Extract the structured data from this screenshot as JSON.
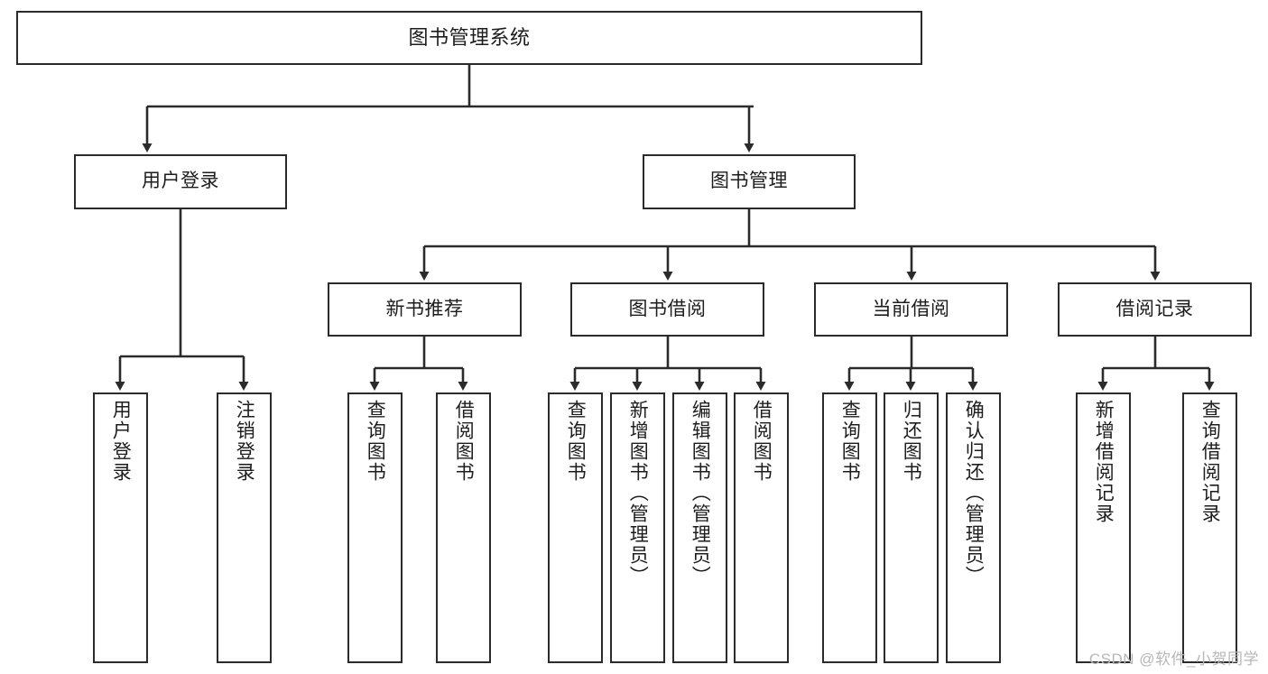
{
  "diagram": {
    "title": "图书管理系统",
    "type": "tree-hierarchy-chart",
    "line_color": "#2b2b2b",
    "box_fill": "#ffffff",
    "text_color": "#1d1d1d"
  },
  "nodes": {
    "root": {
      "label": "图书管理系统"
    },
    "level2": [
      {
        "label": "用户登录"
      },
      {
        "label": "图书管理"
      }
    ],
    "level3": [
      {
        "label": "新书推荐"
      },
      {
        "label": "图书借阅"
      },
      {
        "label": "当前借阅"
      },
      {
        "label": "借阅记录"
      }
    ],
    "leaves": {
      "user_login": [
        {
          "label": "用户登录"
        },
        {
          "label": "注销登录"
        }
      ],
      "new_book_recommend": [
        {
          "label": "查询图书"
        },
        {
          "label": "借阅图书"
        }
      ],
      "book_borrow": [
        {
          "label": "查询图书"
        },
        {
          "label": "新增图书（管理员）"
        },
        {
          "label": "编辑图书（管理员）"
        },
        {
          "label": "借阅图书"
        }
      ],
      "current_borrow": [
        {
          "label": "查询图书"
        },
        {
          "label": "归还图书"
        },
        {
          "label": "确认归还（管理员）"
        }
      ],
      "borrow_record": [
        {
          "label": "新增借阅记录"
        },
        {
          "label": "查询借阅记录"
        }
      ]
    }
  },
  "watermark": {
    "text": "CSDN @软件_小贺同学"
  }
}
